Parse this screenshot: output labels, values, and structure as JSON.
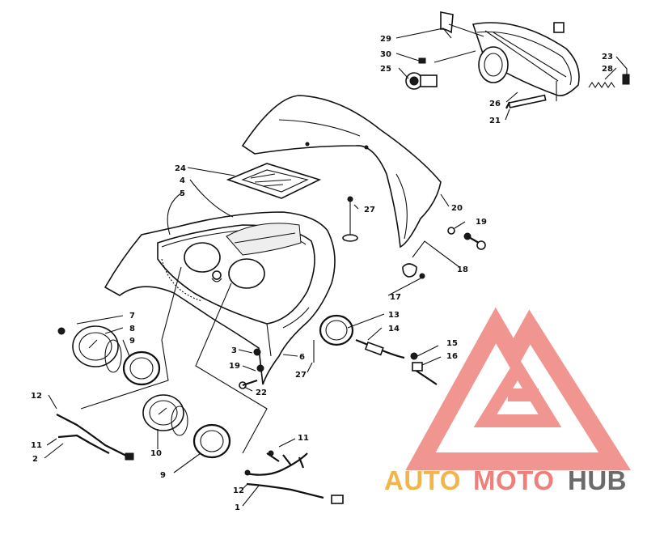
{
  "diagram": {
    "callouts": [
      {
        "id": "c29",
        "label": "29"
      },
      {
        "id": "c30",
        "label": "30"
      },
      {
        "id": "c25",
        "label": "25"
      },
      {
        "id": "c26",
        "label": "26"
      },
      {
        "id": "c21",
        "label": "21"
      },
      {
        "id": "c23",
        "label": "23"
      },
      {
        "id": "c28",
        "label": "28"
      },
      {
        "id": "c24",
        "label": "24"
      },
      {
        "id": "c4",
        "label": "4"
      },
      {
        "id": "c5",
        "label": "5"
      },
      {
        "id": "c27a",
        "label": "27"
      },
      {
        "id": "c20",
        "label": "20"
      },
      {
        "id": "c19a",
        "label": "19"
      },
      {
        "id": "c18",
        "label": "18"
      },
      {
        "id": "c17",
        "label": "17"
      },
      {
        "id": "c13",
        "label": "13"
      },
      {
        "id": "c14",
        "label": "14"
      },
      {
        "id": "c7",
        "label": "7"
      },
      {
        "id": "c8",
        "label": "8"
      },
      {
        "id": "c9a",
        "label": "9"
      },
      {
        "id": "c3",
        "label": "3"
      },
      {
        "id": "c6",
        "label": "6"
      },
      {
        "id": "c19b",
        "label": "19"
      },
      {
        "id": "c27b",
        "label": "27"
      },
      {
        "id": "c22",
        "label": "22"
      },
      {
        "id": "c15",
        "label": "15"
      },
      {
        "id": "c16",
        "label": "16"
      },
      {
        "id": "c12a",
        "label": "12"
      },
      {
        "id": "c11a",
        "label": "11"
      },
      {
        "id": "c2",
        "label": "2"
      },
      {
        "id": "c10",
        "label": "10"
      },
      {
        "id": "c9b",
        "label": "9"
      },
      {
        "id": "c11b",
        "label": "11"
      },
      {
        "id": "c12b",
        "label": "12"
      },
      {
        "id": "c1",
        "label": "1"
      }
    ]
  },
  "watermark": {
    "auto": "AUTO",
    "moto": "MOTO",
    "hub": "HUB",
    "colors": {
      "auto": "#f2b54a",
      "moto": "#ef7f7a",
      "hub": "#6b6b6b",
      "logo": "#f08a86"
    }
  }
}
